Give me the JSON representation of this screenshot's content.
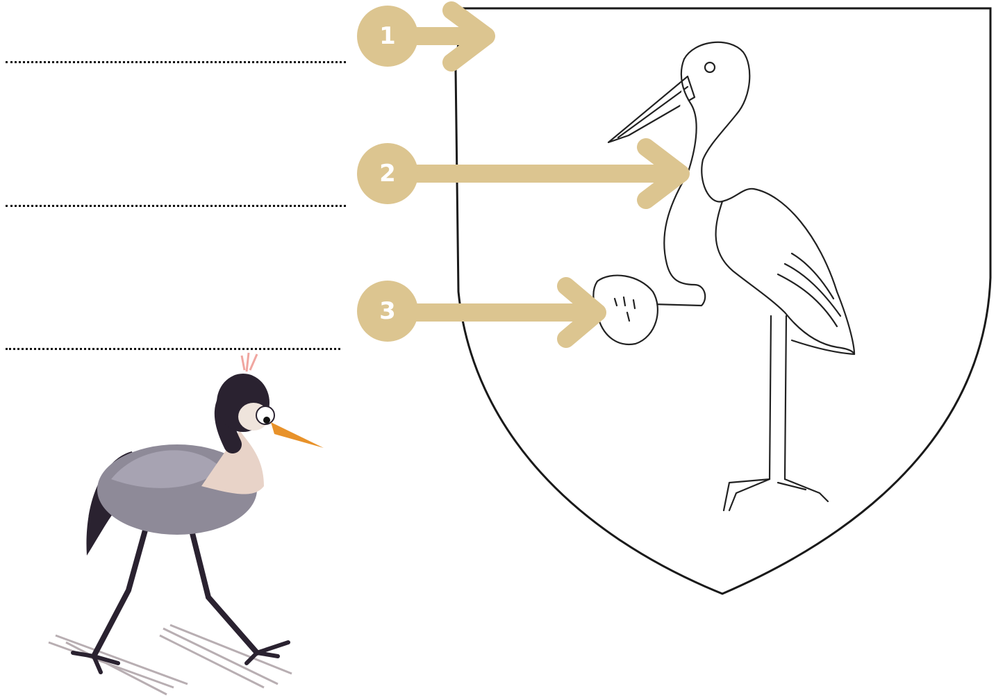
{
  "callouts": [
    {
      "number": "1",
      "target": "shield-top-left-corner"
    },
    {
      "number": "2",
      "target": "stork-neck"
    },
    {
      "number": "3",
      "target": "stone-held-in-foot"
    }
  ],
  "answer_lines": 3,
  "colors": {
    "callout": "#dcc590",
    "outline": "#1a1a1a",
    "cartoon_body": "#8e8a98",
    "cartoon_beak": "#e8922a"
  },
  "icons": [
    "shield-outline",
    "stork-with-stone-charge",
    "cartoon-crane-walking"
  ]
}
